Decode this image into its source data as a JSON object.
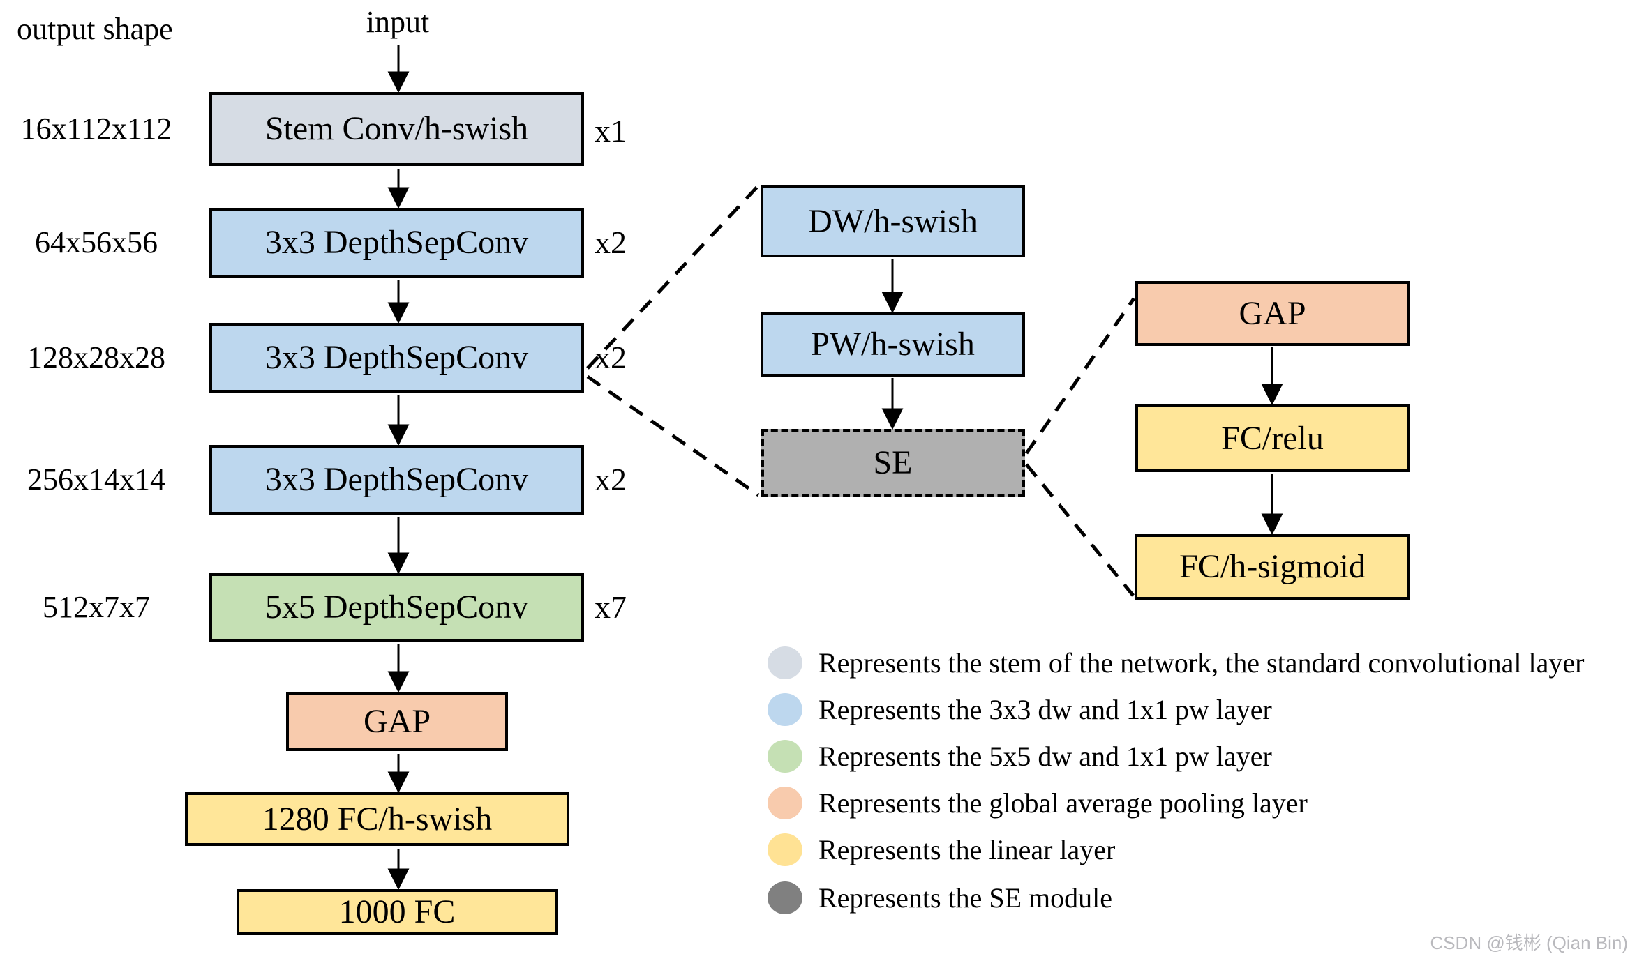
{
  "diagram": {
    "output_shape_header": "output shape",
    "input_label": "input",
    "main_flow": [
      {
        "label": "Stem Conv/h-swish",
        "shape": "16x112x112",
        "repeat": "x1"
      },
      {
        "label": "3x3 DepthSepConv",
        "shape": "64x56x56",
        "repeat": "x2"
      },
      {
        "label": "3x3 DepthSepConv",
        "shape": "128x28x28",
        "repeat": "x2"
      },
      {
        "label": "3x3 DepthSepConv",
        "shape": "256x14x14",
        "repeat": "x2"
      },
      {
        "label": "5x5 DepthSepConv",
        "shape": "512x7x7",
        "repeat": "x7"
      },
      {
        "label": "GAP"
      },
      {
        "label": "1280 FC/h-swish"
      },
      {
        "label": "1000 FC"
      }
    ],
    "depthsepconv_detail": [
      {
        "label": "DW/h-swish"
      },
      {
        "label": "PW/h-swish"
      },
      {
        "label": "SE"
      }
    ],
    "se_detail": [
      {
        "label": "GAP"
      },
      {
        "label": "FC/relu"
      },
      {
        "label": "FC/h-sigmoid"
      }
    ]
  },
  "legend": [
    {
      "color": "#d6dce4",
      "text": "Represents the stem of the network, the standard convolutional layer"
    },
    {
      "color": "#bdd7ee",
      "text": "Represents the 3x3 dw and 1x1 pw layer"
    },
    {
      "color": "#c5e0b4",
      "text": "Represents the 5x5 dw and 1x1 pw layer"
    },
    {
      "color": "#f8cbad",
      "text": "Represents the global average pooling layer"
    },
    {
      "color": "#ffe294",
      "text": "Represents the linear layer"
    },
    {
      "color": "#808080",
      "text": "Represents the SE module"
    }
  ],
  "colors": {
    "stem": "#d6dce4",
    "dw3": "#bdd7ee",
    "dw5": "#c5e0b4",
    "gap": "#f8cbad",
    "linear": "#ffe699",
    "se_module": "#b0b0b0",
    "line": "#000000"
  },
  "watermark": "CSDN @钱彬 (Qian Bin)"
}
